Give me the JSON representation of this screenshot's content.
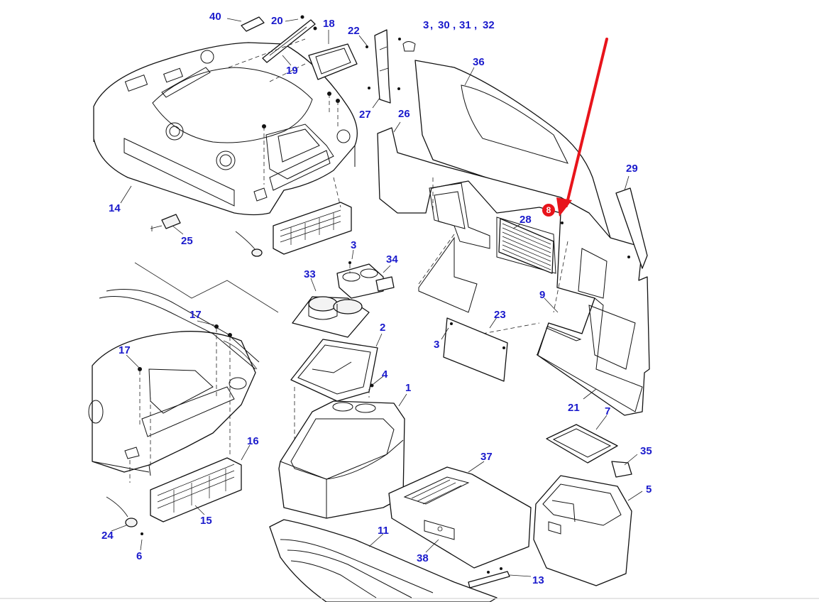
{
  "colors": {
    "callout_text": "#1a1acc",
    "arrow": "#e8141b",
    "marker_fill": "#e8141b",
    "line_art": "#111111",
    "background": "#ffffff"
  },
  "marker": {
    "label": "8"
  },
  "callouts": {
    "c40": "40",
    "c20": "20",
    "c18": "18",
    "c22": "22",
    "c3_top": "3",
    "c30": "30",
    "c31": "31",
    "c32": "32",
    "sep": ",",
    "c19": "19",
    "c27": "27",
    "c26": "26",
    "c36": "36",
    "c29": "29",
    "c14": "14",
    "c25": "25",
    "c28": "28",
    "c3_mid": "3",
    "c34": "34",
    "c33": "33",
    "c9": "9",
    "c23": "23",
    "c3_low": "3",
    "c2": "2",
    "c17_a": "17",
    "c17_b": "17",
    "c4": "4",
    "c1": "1",
    "c21": "21",
    "c7": "7",
    "c16": "16",
    "c35": "35",
    "c37": "37",
    "c5": "5",
    "c15": "15",
    "c24": "24",
    "c11": "11",
    "c6": "6",
    "c38": "38",
    "c13": "13"
  }
}
